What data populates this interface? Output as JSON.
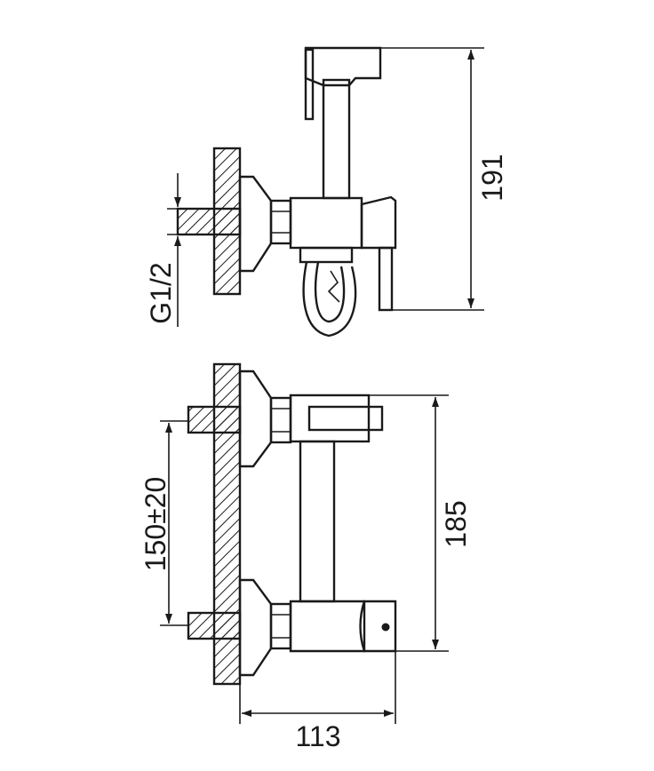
{
  "diagram": {
    "top_view": {
      "dim_height": "191",
      "dim_thread": "G1/2"
    },
    "front_view": {
      "dim_spacing": "150±20",
      "dim_height": "185",
      "dim_width": "113"
    }
  }
}
